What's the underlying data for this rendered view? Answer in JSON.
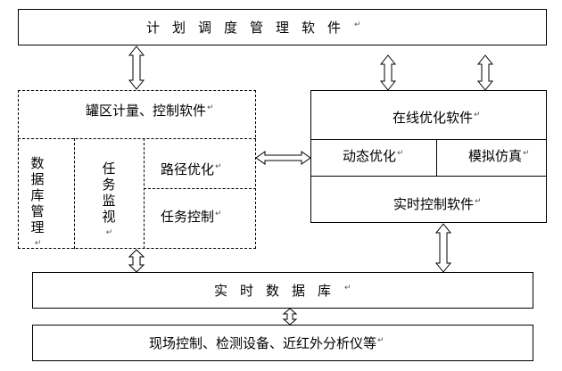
{
  "scheduling": {
    "label": "计划调度管理软件",
    "mark": "↵"
  },
  "tank": {
    "title": "罐区计量、控制软件",
    "mark": "↵",
    "database_mgmt": "数据库管理",
    "task_monitor": "任务监视",
    "path_opt": "路径优化",
    "task_ctrl": "任务控制",
    "small_mark": "↵"
  },
  "online": {
    "title": "在线优化软件",
    "dynamic_opt": "动态优化",
    "sim": "模拟仿真",
    "realtime_ctrl": "实时控制软件",
    "mark": "↵"
  },
  "realtime_db": {
    "label": "实时数据库",
    "mark": "↵"
  },
  "field": {
    "label": "现场控制、检测设备、近红外分析仪等",
    "mark": "↵"
  }
}
